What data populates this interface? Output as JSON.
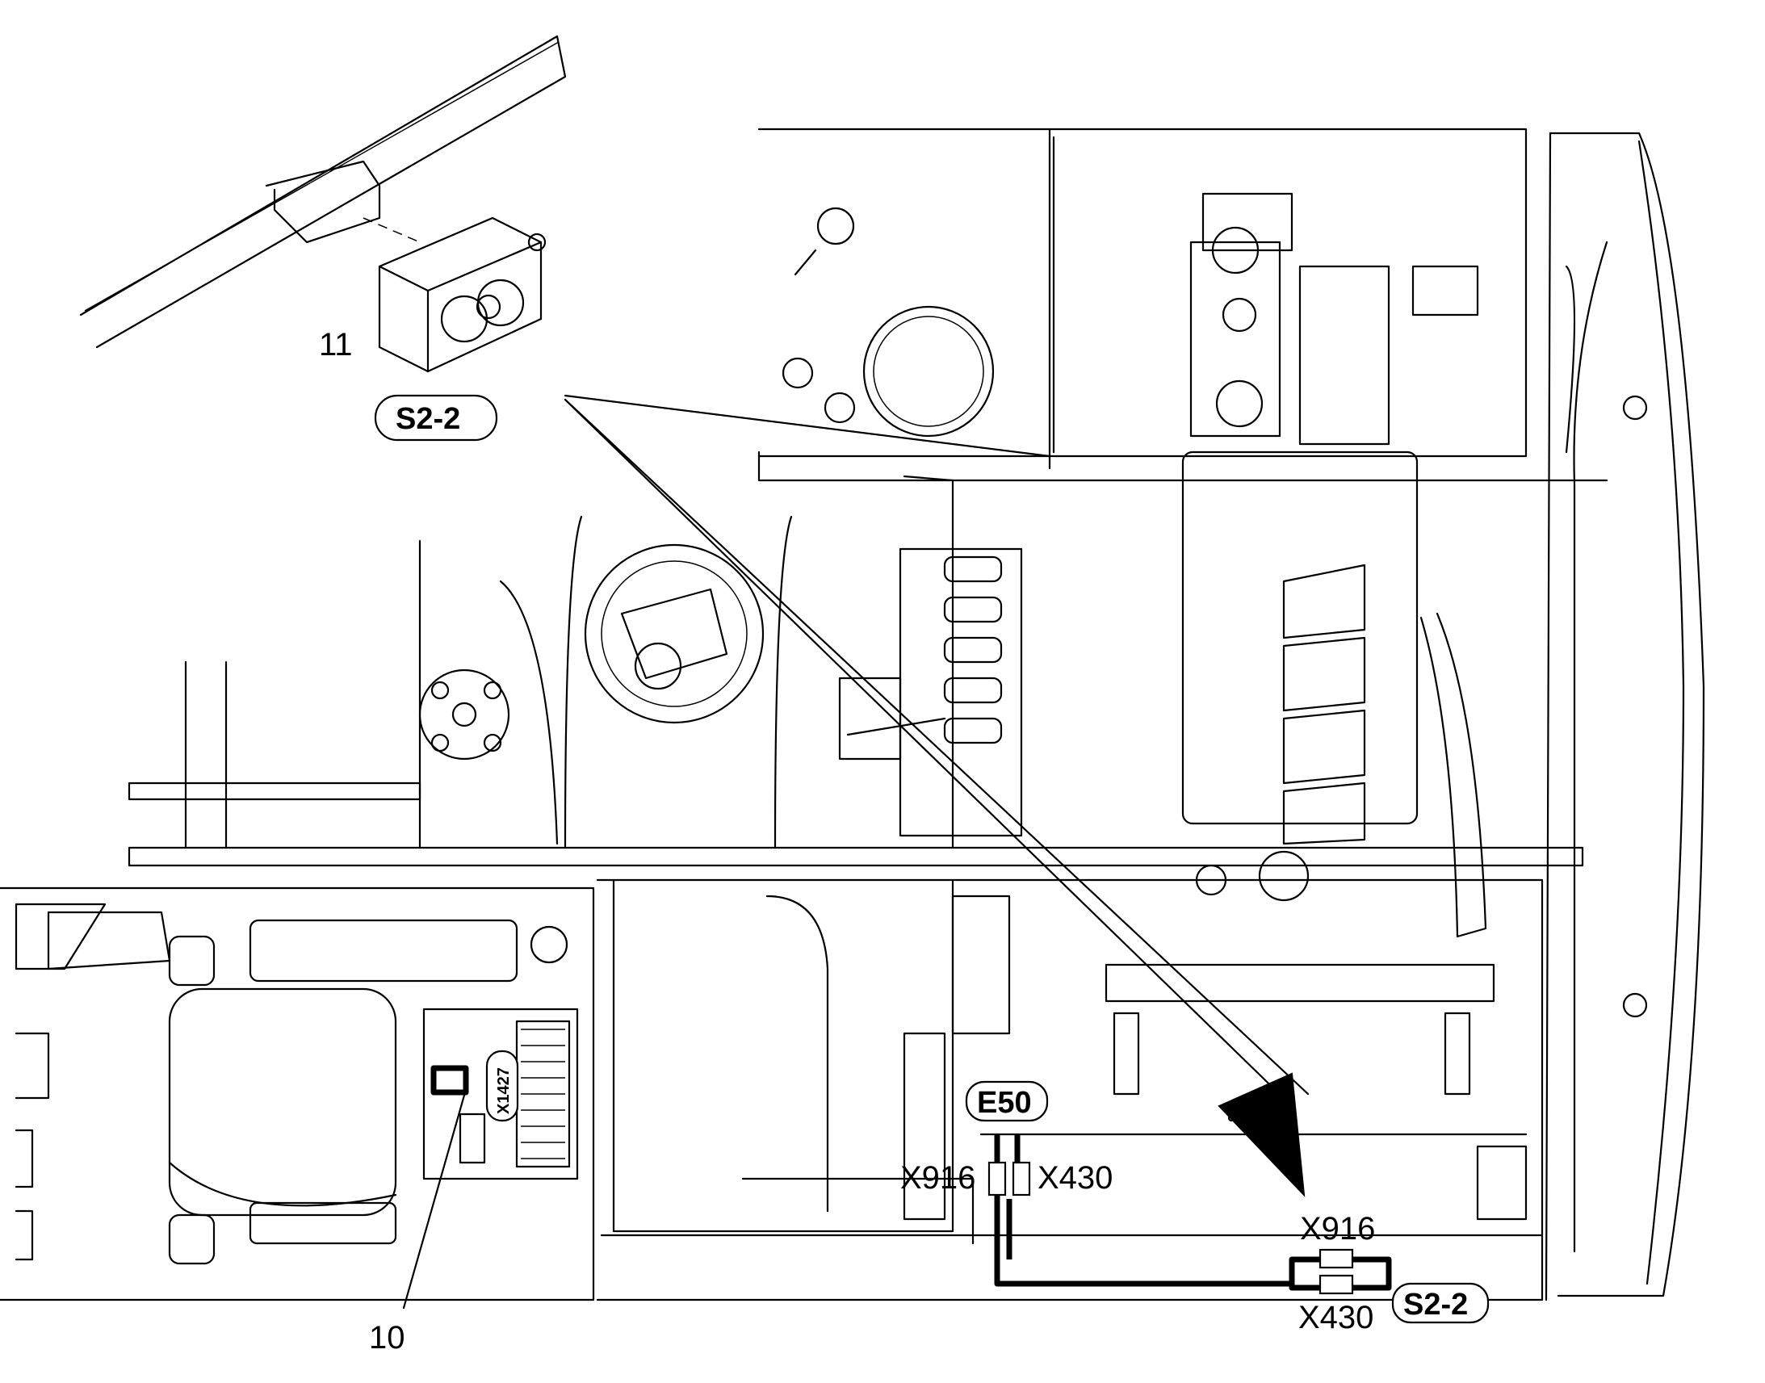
{
  "callouts": {
    "item_11": "11",
    "item_10": "10"
  },
  "badges": {
    "s2_2_top": "S2-2",
    "s2_2_bottom": "S2-2",
    "e50": "E50"
  },
  "connectors": {
    "x916_left": "X916",
    "x430_left": "X430",
    "x916_right": "X916",
    "x430_right": "X430",
    "x1427": "X1427"
  }
}
